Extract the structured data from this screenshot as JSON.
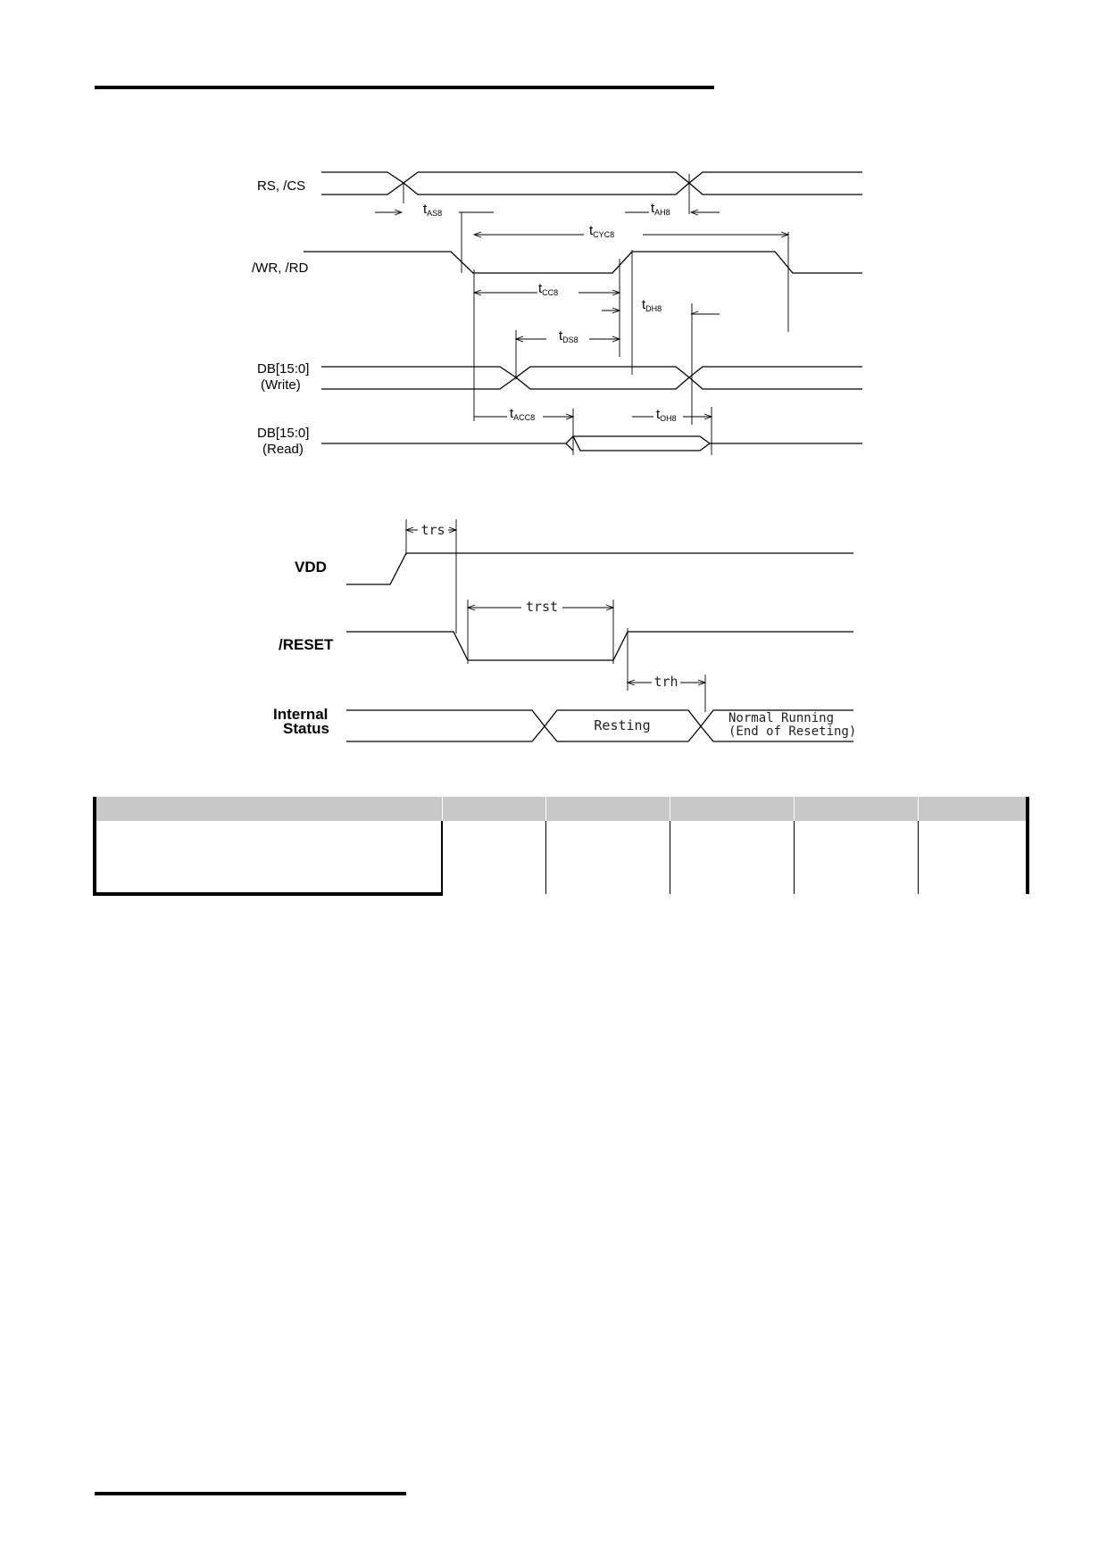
{
  "diagram_1": {
    "signals": [
      "RS, /CS",
      "/WR, /RD",
      "DB[15:0]",
      "(Write)",
      "DB[15:0]",
      "(Read)"
    ],
    "timings": [
      {
        "t": "t",
        "sub": "AS8"
      },
      {
        "t": "t",
        "sub": "AH8"
      },
      {
        "t": "t",
        "sub": "CYC8"
      },
      {
        "t": "t",
        "sub": "CC8"
      },
      {
        "t": "t",
        "sub": "DH8"
      },
      {
        "t": "t",
        "sub": "DS8"
      },
      {
        "t": "t",
        "sub": "ACC8"
      },
      {
        "t": "t",
        "sub": "OH8"
      }
    ]
  },
  "diagram_2": {
    "signals": [
      "VDD",
      "/RESET",
      "Internal",
      "Status"
    ],
    "timings": [
      "trs",
      "trst",
      "trh"
    ],
    "states": [
      "Resting",
      "Normal Running",
      "(End of Reseting)"
    ]
  },
  "table": {
    "header": [
      "",
      "",
      "",
      "",
      "",
      ""
    ],
    "rows": [
      [
        "",
        "",
        "",
        "",
        "",
        ""
      ]
    ]
  }
}
